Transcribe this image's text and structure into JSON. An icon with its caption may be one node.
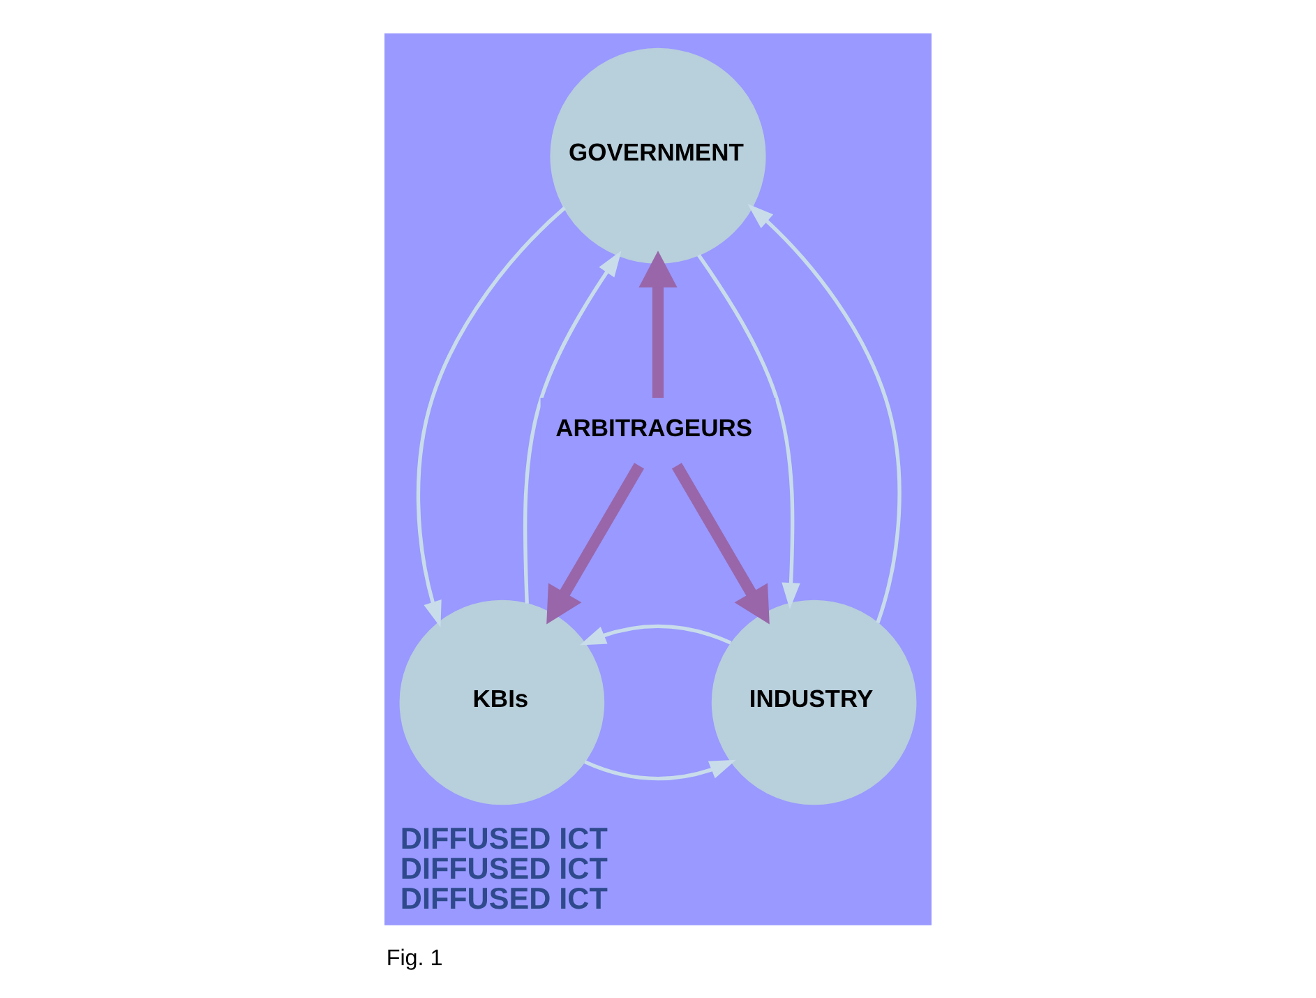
{
  "diagram": {
    "caption": "Fig. 1",
    "nodes": [
      {
        "text": [
          "DIFFUSED ICT",
          "DIFFUSED ICT",
          "DIFFUSED ICT"
        ]
      },
      {
        "text": [
          "GOVERNMENT"
        ],
        "in": 0
      },
      {
        "text": [
          "KBIs"
        ],
        "in": 0
      },
      {
        "text": [
          "INDUSTRY"
        ],
        "in": 0
      },
      {
        "text": [
          "ARBITRAGEURS"
        ],
        "in": 0
      }
    ],
    "edges": [
      {
        "from": 1,
        "to": 2,
        "arrow": "to"
      },
      {
        "from": 2,
        "to": 1,
        "arrow": "to"
      },
      {
        "from": 1,
        "to": 3,
        "arrow": "to"
      },
      {
        "from": 3,
        "to": 1,
        "arrow": "to"
      },
      {
        "from": 2,
        "to": 3,
        "arrow": "to"
      },
      {
        "from": 3,
        "to": 2,
        "arrow": "to"
      },
      {
        "from": 4,
        "to": 1,
        "arrow": "to",
        "style": "thick",
        "color": "#9966aa"
      },
      {
        "from": 4,
        "to": 2,
        "arrow": "to",
        "style": "thick",
        "color": "#9966aa"
      },
      {
        "from": 4,
        "to": 3,
        "arrow": "to",
        "style": "thick",
        "color": "#9966aa"
      }
    ]
  }
}
